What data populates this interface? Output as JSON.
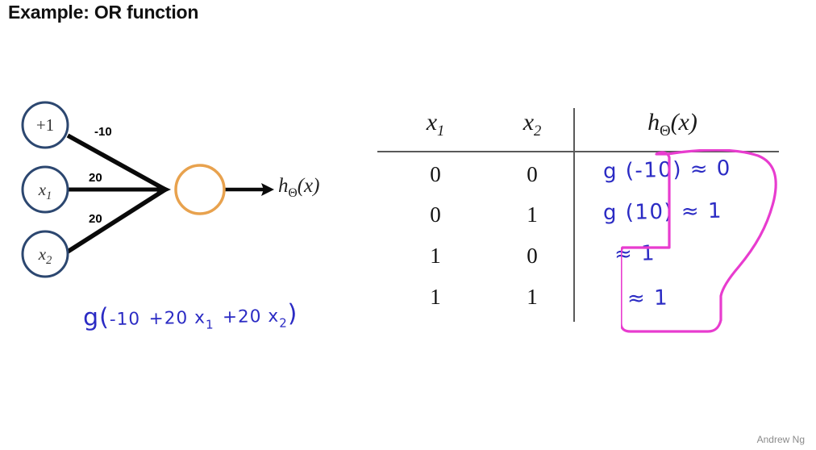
{
  "slide": {
    "title": "Example: OR function",
    "attribution": "Andrew Ng"
  },
  "colors": {
    "input_node_stroke": "#2c4770",
    "output_node_stroke": "#e8a24e",
    "ink_blue": "#2b2bc4",
    "ink_magenta": "#e83ccf",
    "rule_gray": "#5a5a5a",
    "title_black": "#111111",
    "attribution_gray": "#8a8a8a"
  },
  "network": {
    "nodes": [
      {
        "id": "bias",
        "label": "+1"
      },
      {
        "id": "x1",
        "label": "x",
        "sub": "1"
      },
      {
        "id": "x2",
        "label": "x",
        "sub": "2"
      }
    ],
    "weights": [
      "-10",
      "20",
      "20"
    ],
    "output_node": {
      "id": "hidden-unit",
      "label": ""
    },
    "output_label": {
      "h": "h",
      "theta": "Θ",
      "arg": "(x)"
    }
  },
  "table": {
    "headers": [
      {
        "text": "x",
        "sub": "1"
      },
      {
        "text": "x",
        "sub": "2"
      },
      {
        "text": "h",
        "sub_theta": "Θ",
        "arg": "(x)"
      }
    ],
    "rows": [
      {
        "x1": "0",
        "x2": "0"
      },
      {
        "x1": "0",
        "x2": "1"
      },
      {
        "x1": "1",
        "x2": "0"
      },
      {
        "x1": "1",
        "x2": "1"
      }
    ]
  },
  "annotations": {
    "formula": {
      "g": "g",
      "open": "(",
      "bias": "-10",
      "term1": "+20 x",
      "term1_sub": "1",
      "term2": "+20 x",
      "term2_sub": "2",
      "close": ")"
    },
    "results": [
      "g (-10) ≈ 0",
      "g (10) ≈ 1",
      "≈ 1",
      "≈ 1"
    ],
    "highlight_shape": "hand-drawn-loop"
  }
}
